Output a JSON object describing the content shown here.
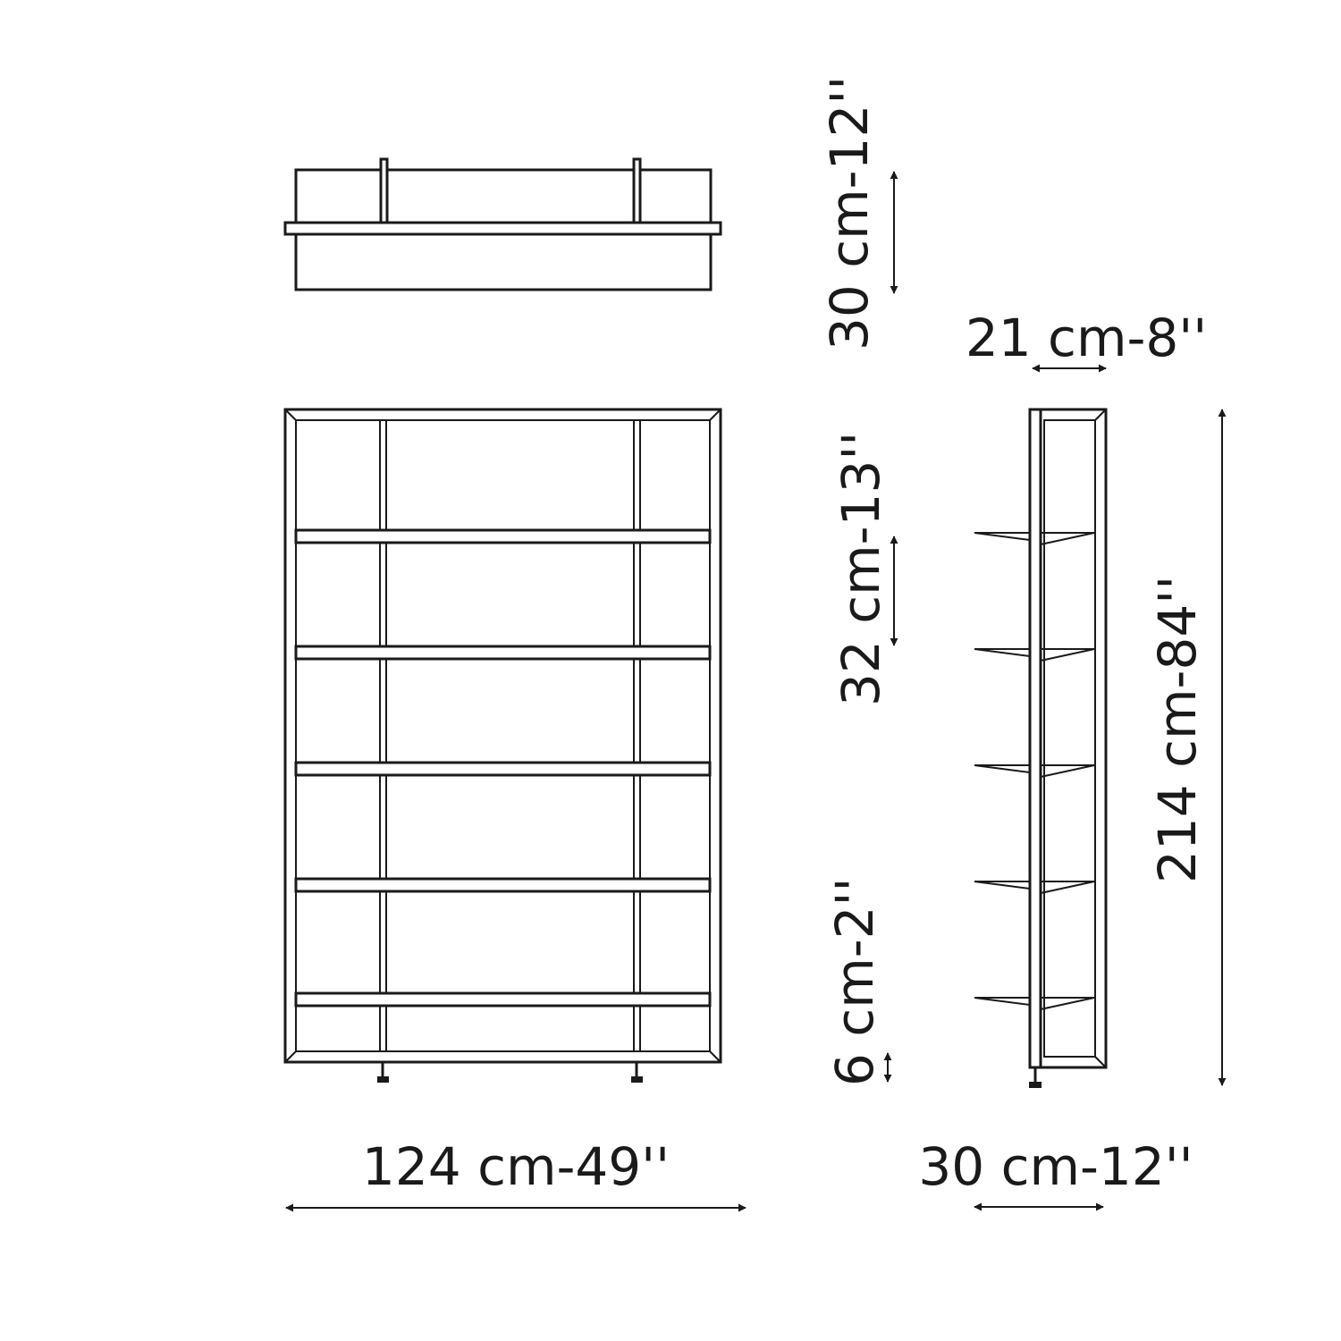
{
  "dimensions": {
    "top_view_depth": "30 cm-12''",
    "side_view_depth_top": "21 cm-8''",
    "shelf_spacing": "32 cm-13''",
    "total_height": "214 cm-84''",
    "leg_height": "6 cm-2''",
    "front_width": "124 cm-49''",
    "side_view_depth_bottom": "30 cm-12''"
  }
}
